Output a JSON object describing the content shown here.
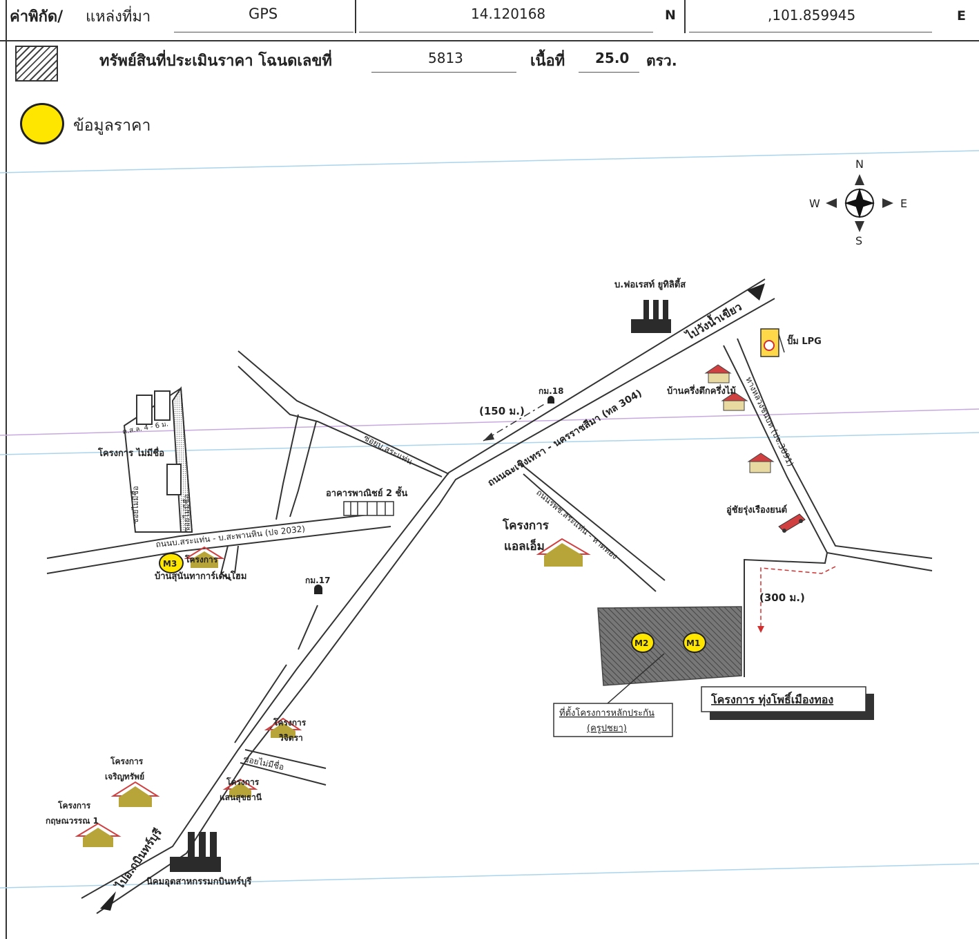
{
  "header": {
    "coord_label": "ค่าพิกัด/",
    "source_label": "แหล่งที่มา",
    "source_value": "GPS",
    "latitude": "14.120168",
    "lat_dir": "N",
    "longitude": ",101.859945",
    "lon_dir": "E"
  },
  "legend": {
    "property_label": "ทรัพย์สินที่ประเมินราคา โฉนดเลขที่",
    "deed_number": "5813",
    "area_label": "เนื้อที่",
    "area_value": "25.0",
    "area_unit": "ตรว.",
    "price_label": "ข้อมูลราคา"
  },
  "compass": {
    "n": "N",
    "s": "S",
    "e": "E",
    "w": "W"
  },
  "map": {
    "to_wang_nam_khiao": "ไปวังน้ำเขียว",
    "to_kabin_buri": "ไปอ.กบินทร์บุรี",
    "main_road": "ถนนฉะเชิงเทรา - นครราชสีมา (ทล 304)",
    "road_2032": "ถนนบ.สระแท่น - บ.สะพานหิน (ปจ 2032)",
    "road_3091": "ทางหลวงชนบท (ปจ.3091)",
    "road_sa_taen_dong": "ถนนรพช.สระแท่น - หาดทอง",
    "soi_sa_taen": "ซอยบ.สระแท่น",
    "soi_no_name": "ซอยไม่มีชื่อ",
    "soi_no_name_left": "ซอยไม่มีชื่อ",
    "soi_no_name_left2": "ซอยไม่มีชื่อ",
    "soi_top": "ค.ส.ล. 4 - 6 ม.",
    "factory_top": "บ.ฟอเรสท์ ยูทิลิตี้ส",
    "lpg": "ปั๊ม LPG",
    "houses": "บ้านครึ่งตึกครึ่งไม้",
    "car_shop": "อู่ชัยรุ่งเรืองยนต์",
    "km18": "กม.18",
    "km17": "กม.17",
    "dist_150": "(150 ม.)",
    "dist_300": "(300 ม.)",
    "commercial": "อาคารพาณิชย์ 2 ชั้น",
    "project_no_name": "โครงการ ไม่มีชื่อ",
    "project_lm": [
      "โครงการ",
      "แอลเอ็ม"
    ],
    "project_m3": "โครงการ",
    "m3_name": "บ้านสุนันทาการ์เด้นโฮม",
    "project_thung_pho": "โครงการ ทุ่งโพธิ์เมืองทอง",
    "collateral": [
      "ที่ตั้งโครงการหลักประกัน",
      "(ครูปชยา)"
    ],
    "project_wichitra": [
      "โครงการ",
      "วิจิตรา"
    ],
    "project_charoen": [
      "โครงการ",
      "เจริญทรัพย์"
    ],
    "project_saen": [
      "โครงการ",
      "แสนสุขธานี"
    ],
    "project_krit": [
      "โครงการ",
      "กฤษณวรรณ 1"
    ],
    "industrial_estate": "นิคมอุตสาหกรรมกบินทร์บุรี",
    "markers": [
      "M1",
      "M2",
      "M3"
    ]
  },
  "colors": {
    "marker_yellow": "#ffe600",
    "house_roof": "#d04040",
    "house_body": "#b8a53a",
    "hatch": "#555555",
    "dashed_red": "#d03030"
  }
}
